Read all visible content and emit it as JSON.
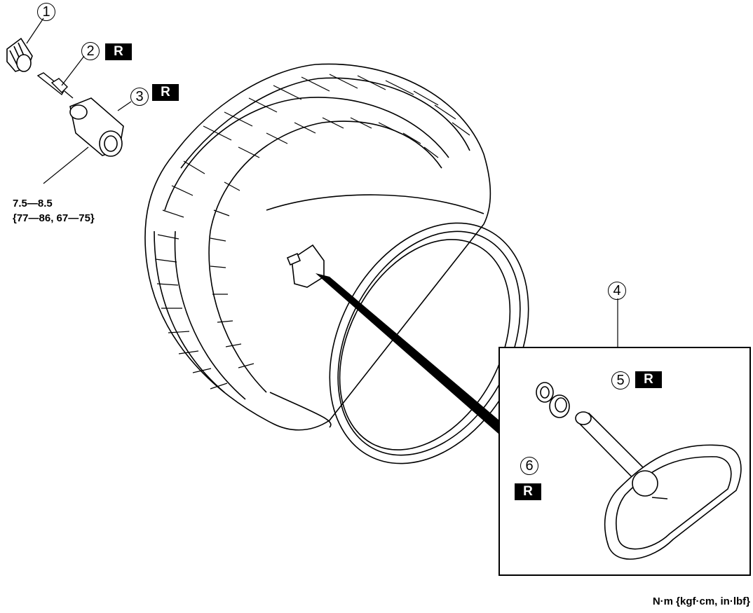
{
  "callouts": [
    {
      "id": "1",
      "label": "1"
    },
    {
      "id": "2",
      "label": "2"
    },
    {
      "id": "3",
      "label": "3"
    },
    {
      "id": "4",
      "label": "4"
    },
    {
      "id": "5",
      "label": "5"
    },
    {
      "id": "6",
      "label": "6"
    }
  ],
  "replace_marker": "R",
  "torque_spec": {
    "line1": "7.5—8.5",
    "line2": "{77—86, 67—75}"
  },
  "units_note": "N·m {kgf·cm, in·lbf}",
  "colors": {
    "line": "#000000",
    "badge": "#000000",
    "background": "#ffffff"
  }
}
